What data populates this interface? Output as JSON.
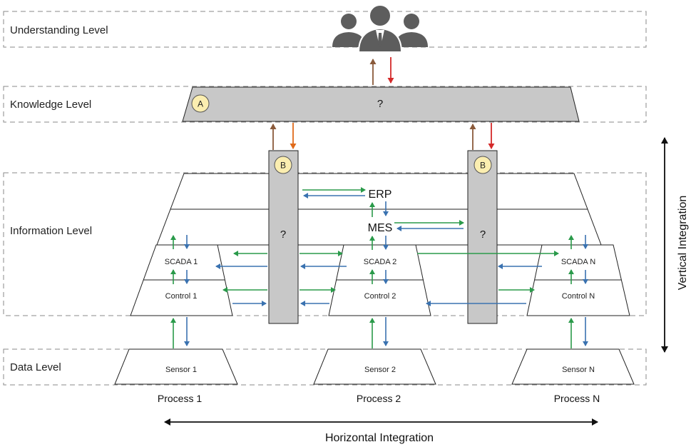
{
  "levels": {
    "understanding": "Understanding Level",
    "knowledge": "Knowledge Level",
    "information": "Information Level",
    "data": "Data Level"
  },
  "knowledge_bar": {
    "badge": "A",
    "label": "?"
  },
  "middleware": [
    {
      "badge": "B",
      "label": "?"
    },
    {
      "badge": "B",
      "label": "?"
    }
  ],
  "enterprise": {
    "erp": "ERP",
    "mes": "MES"
  },
  "processes": [
    {
      "scada": "SCADA 1",
      "control": "Control 1",
      "sensor": "Sensor 1",
      "name": "Process 1"
    },
    {
      "scada": "SCADA 2",
      "control": "Control 2",
      "sensor": "Sensor 2",
      "name": "Process 2"
    },
    {
      "scada": "SCADA N",
      "control": "Control N",
      "sensor": "Sensor N",
      "name": "Process N"
    }
  ],
  "axes": {
    "horizontal": "Horizontal  Integration",
    "vertical": "Vertical Integration"
  },
  "colors": {
    "green": "#2a9a4a",
    "blue": "#3a72b0",
    "brown": "#8a5a3a",
    "red": "#d42a2a",
    "orange": "#e06a1a",
    "gray": "#c8c8c8",
    "badge": "#fbeeb0"
  },
  "icons": {
    "people": "business-people-icon"
  }
}
